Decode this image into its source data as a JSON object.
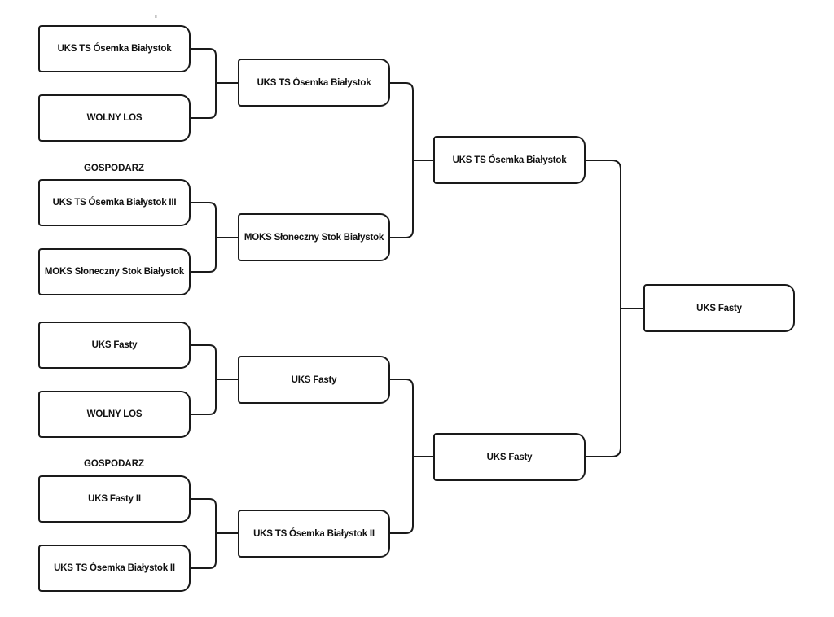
{
  "bracket": {
    "round1": [
      "UKS TS Ósemka Białystok",
      "WOLNY LOS",
      "UKS TS Ósemka Białystok III",
      "MOKS Słoneczny Stok Białystok",
      "UKS Fasty",
      "WOLNY LOS",
      "UKS Fasty II",
      "UKS TS Ósemka Białystok II"
    ],
    "round2": [
      "UKS TS Ósemka Białystok",
      "MOKS Słoneczny Stok Białystok",
      "UKS Fasty",
      "UKS TS Ósemka Białystok II"
    ],
    "semifinal": [
      "UKS TS Ósemka Białystok",
      "UKS Fasty"
    ],
    "final": [
      "UKS Fasty"
    ],
    "host_labels": [
      "GOSPODARZ",
      "GOSPODARZ"
    ],
    "marks": [
      "≡"
    ]
  }
}
